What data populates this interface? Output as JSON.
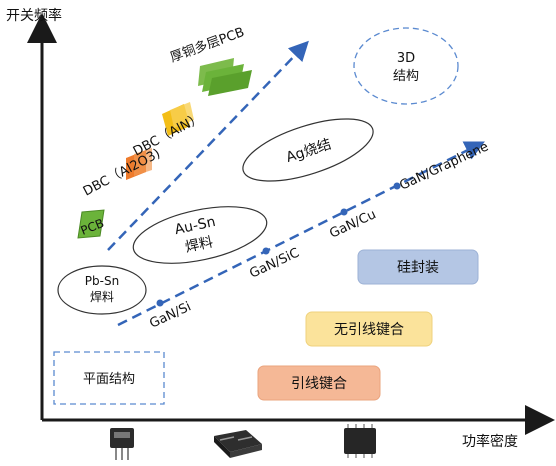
{
  "axes": {
    "y_label": "开关频率",
    "x_label": "功率密度"
  },
  "substrates": {
    "pcb": "PCB",
    "dbc_al2o3": "DBC（Al2O3)",
    "dbc_aln": "DBC（AlN）",
    "thick_copper": "厚铜多层PCB"
  },
  "solders": {
    "pbsn_line1": "Pb-Sn",
    "pbsn_line2": "焊料",
    "ausn_line1": "Au-Sn",
    "ausn_line2": "焊料",
    "ag": "Ag烧结"
  },
  "devices": {
    "gan_si": "GaN/Si",
    "gan_sic": "GaN/SiC",
    "gan_cu": "GaN/Cu",
    "gan_graphene": "GaN/Graphene"
  },
  "structures": {
    "planar": "平面结构",
    "three_d_line1": "3D",
    "three_d_line2": "结构"
  },
  "packaging": {
    "silicon_encap": "硅封装",
    "leadless_bond": "无引线键合",
    "lead_bond": "引线键合"
  },
  "colors": {
    "axis": "#1a1a1a",
    "trend_line": "#3465b8",
    "pcb_green": "#6bb33a",
    "dbc_al2o3_orange": "#ee7b2c",
    "dbc_aln_yellow": "#f3be17",
    "box_blue": "#b4c6e4",
    "box_yellow": "#fbe39b",
    "box_orange": "#f5b896",
    "dashed_box": "#5b8ad0"
  }
}
